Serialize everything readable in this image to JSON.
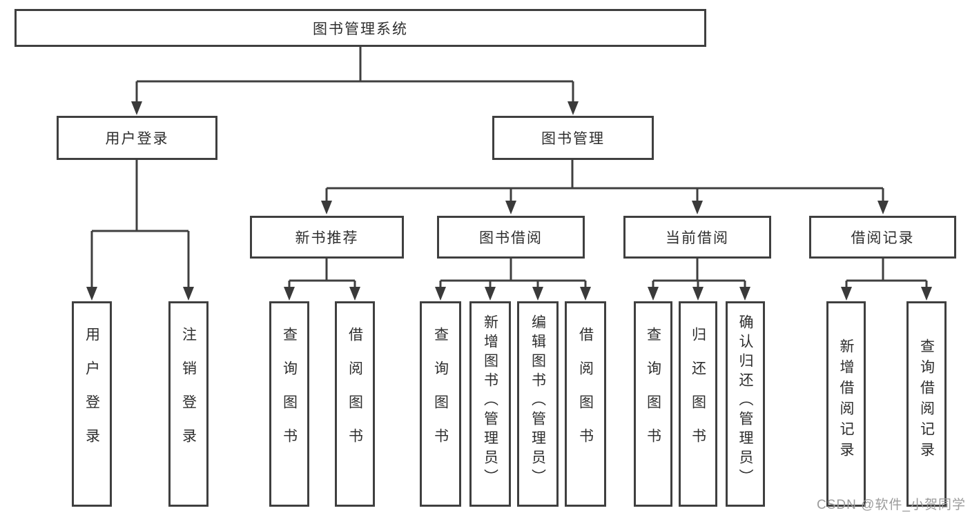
{
  "diagram_title": "图书管理系统",
  "tree": {
    "root": {
      "label": "图书管理系统"
    },
    "children": [
      {
        "label": "用户登录",
        "children": [
          {
            "label": "用户登录"
          },
          {
            "label": "注销登录"
          }
        ]
      },
      {
        "label": "图书管理",
        "children": [
          {
            "label": "新书推荐",
            "children": [
              {
                "label": "查询图书"
              },
              {
                "label": "借阅图书"
              }
            ]
          },
          {
            "label": "图书借阅",
            "children": [
              {
                "label": "查询图书"
              },
              {
                "label": "新增图书（管理员）"
              },
              {
                "label": "编辑图书（管理员）"
              },
              {
                "label": "借阅图书"
              }
            ]
          },
          {
            "label": "当前借阅",
            "children": [
              {
                "label": "查询图书"
              },
              {
                "label": "归还图书"
              },
              {
                "label": "确认归还（管理员）"
              }
            ]
          },
          {
            "label": "借阅记录",
            "children": [
              {
                "label": "新增借阅记录"
              },
              {
                "label": "查询借阅记录"
              }
            ]
          }
        ]
      }
    ]
  },
  "watermark": {
    "text": "CSDN @软件_小贺同学",
    "color": "#9b9b9b"
  },
  "colors": {
    "background": "#ffffff",
    "line": "#3f3f3f",
    "box_border": "#3f3f3f",
    "text": "#2e2e2e"
  }
}
